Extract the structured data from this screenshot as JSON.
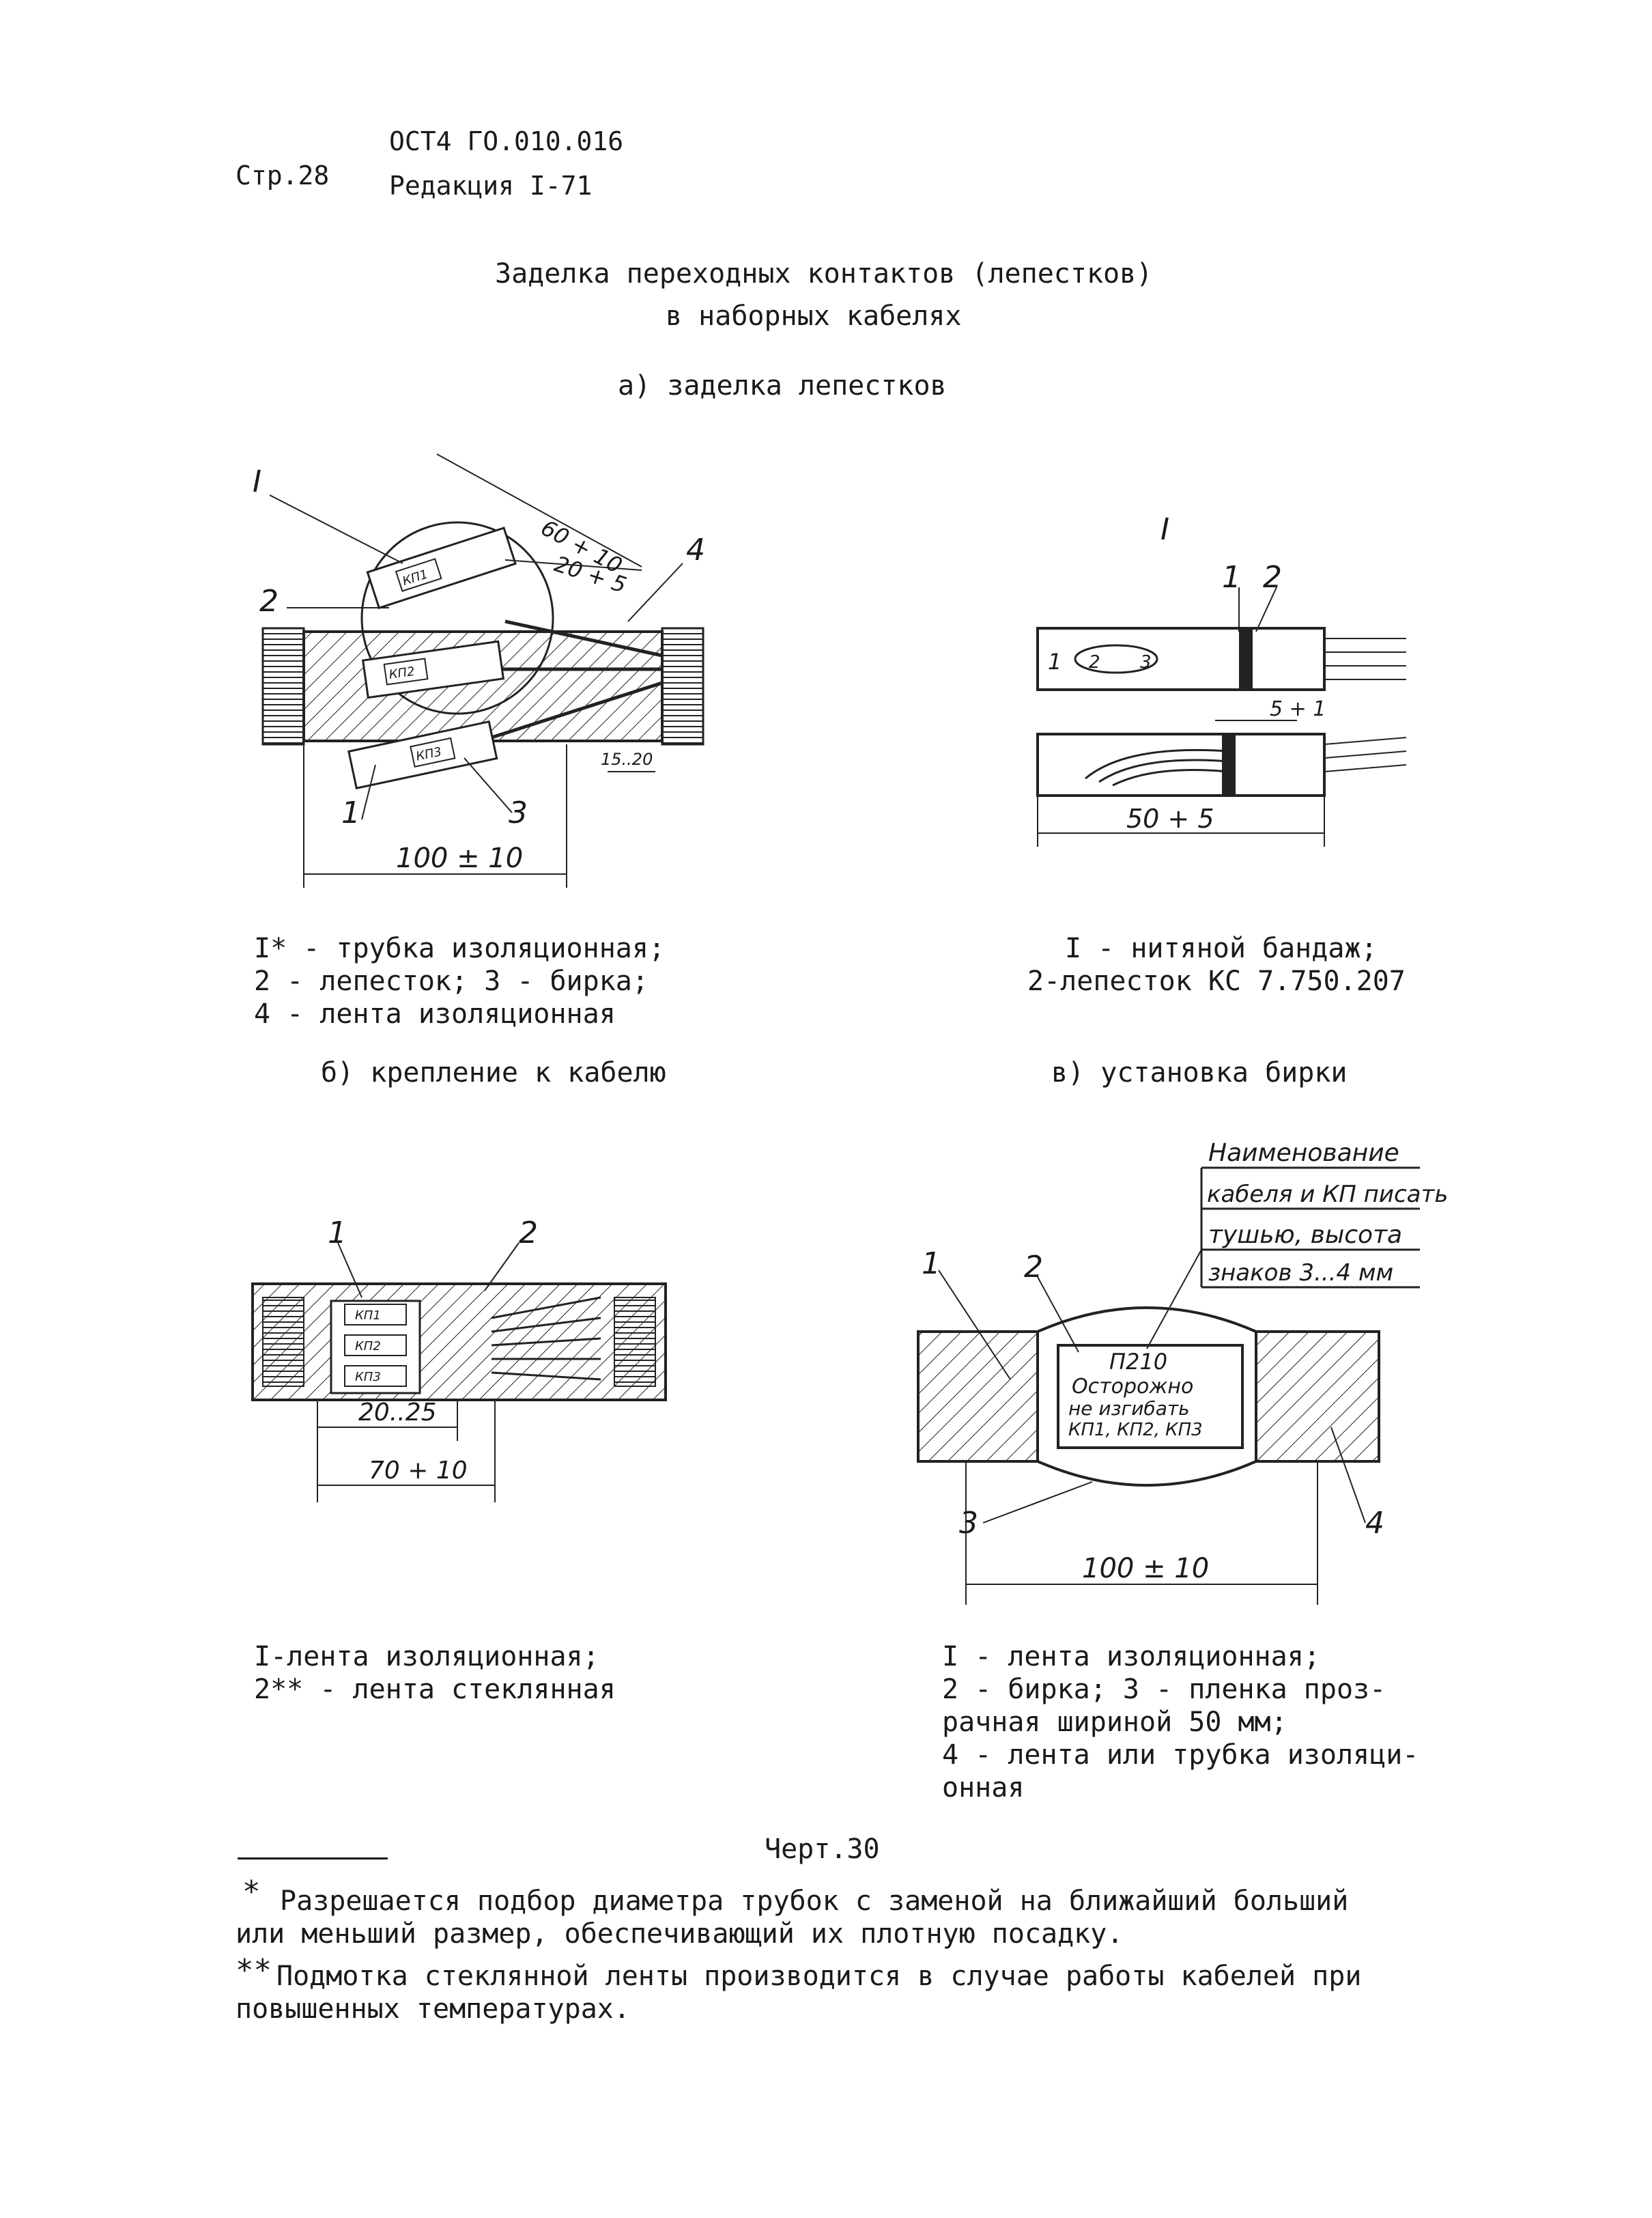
{
  "header": {
    "standard": "ОСТ4 ГО.010.016",
    "page": "Стр.28",
    "edition": "Редакция I-71"
  },
  "title": {
    "line1": "Заделка переходных контактов (лепестков)",
    "line2": "в наборных кабелях"
  },
  "section_a": {
    "heading": "а) заделка лепестков",
    "fig_left": {
      "callouts": [
        "I",
        "2",
        "4",
        "1",
        "3"
      ],
      "tags": [
        "КП1",
        "КП2",
        "КП3"
      ],
      "dims": [
        "60 + 10",
        "20 + 5",
        "15..20",
        "100 ± 10"
      ],
      "caption": [
        "I* - трубка изоляционная;",
        "2 - лепесток; 3 - бирка;",
        "4 - лента изоляционная"
      ]
    },
    "fig_right": {
      "callouts": [
        "I",
        "1",
        "2",
        "1",
        "2",
        "3"
      ],
      "dims": [
        "5 + 1",
        "50 + 5"
      ],
      "caption": [
        "I - нитяной бандаж;",
        "2-лепесток КС 7.750.207"
      ]
    }
  },
  "section_b": {
    "heading": "б) крепление к кабелю",
    "callouts": [
      "1",
      "2"
    ],
    "tags": [
      "КП1",
      "КП2",
      "КП3"
    ],
    "dims": [
      "20..25",
      "70 + 10"
    ],
    "caption": [
      "I-лента изоляционная;",
      "2** - лента стеклянная"
    ]
  },
  "section_v": {
    "heading": "в) установка бирки",
    "note_box": [
      "Наименование",
      "кабеля и КП писать",
      "тушью, высота",
      "знаков 3...4 мм"
    ],
    "tag_text": [
      "П210",
      "Осторожно",
      "не изгибать",
      "КП1, КП2, КП3"
    ],
    "callouts": [
      "1",
      "2",
      "3",
      "4"
    ],
    "dims": [
      "100 ± 10"
    ],
    "caption": [
      "I - лента изоляционная;",
      "2 - бирка; 3 - пленка проз-",
      "рачная шириной 50 мм;",
      "4 - лента или трубка изоляци-",
      "онная"
    ]
  },
  "figure_label": "Черт.30",
  "footnotes": {
    "star1": "*",
    "note1_line1": "Разрешается подбор диаметра трубок с заменой на ближайший больший",
    "note1_line2": "или меньший размер, обеспечивающий их плотную посадку.",
    "star2": "**",
    "note2_line1": "Подмотка стеклянной ленты производится в случае работы кабелей при",
    "note2_line2": "повышенных температурах."
  }
}
